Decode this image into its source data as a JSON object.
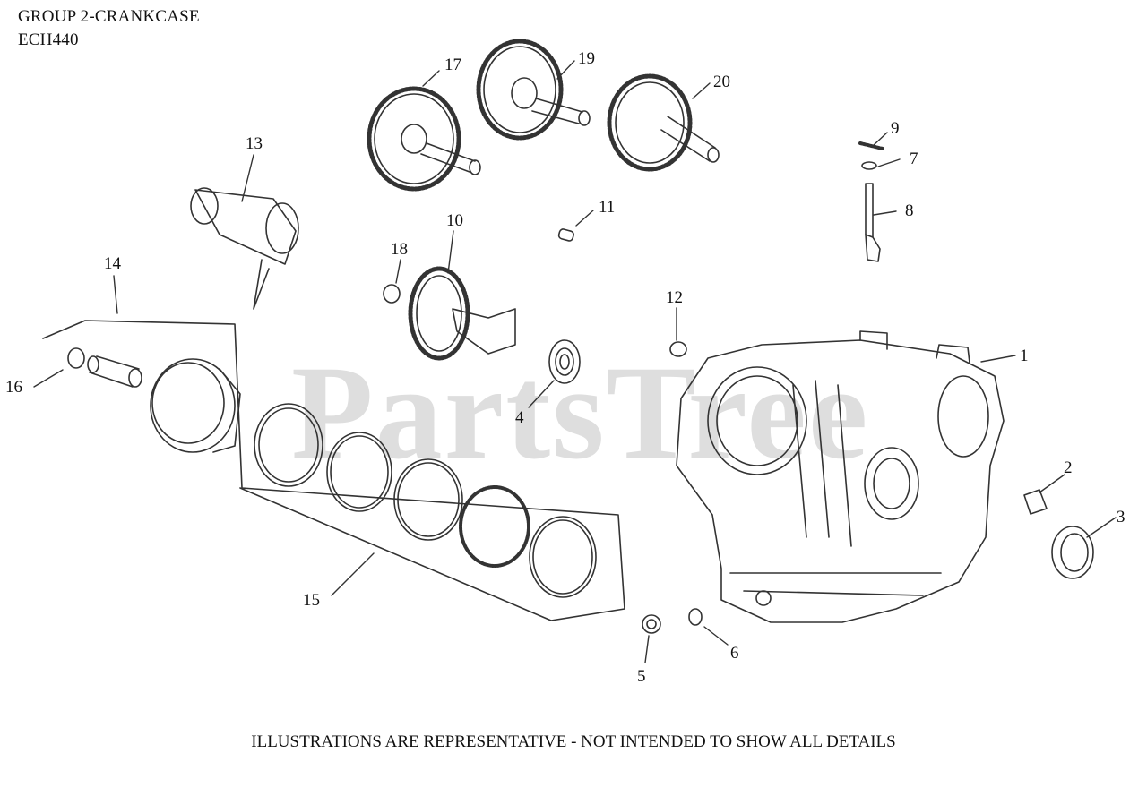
{
  "header": {
    "group": "GROUP 2-CRANKCASE",
    "model": "ECH440"
  },
  "footer": "ILLUSTRATIONS ARE REPRESENTATIVE - NOT INTENDED TO SHOW ALL DETAILS",
  "watermark": "PartsTree",
  "callouts": [
    {
      "id": "1",
      "label": "1"
    },
    {
      "id": "2",
      "label": "2"
    },
    {
      "id": "3",
      "label": "3"
    },
    {
      "id": "4",
      "label": "4"
    },
    {
      "id": "5",
      "label": "5"
    },
    {
      "id": "6",
      "label": "6"
    },
    {
      "id": "7",
      "label": "7"
    },
    {
      "id": "8",
      "label": "8"
    },
    {
      "id": "9",
      "label": "9"
    },
    {
      "id": "10",
      "label": "10"
    },
    {
      "id": "11",
      "label": "11"
    },
    {
      "id": "12",
      "label": "12"
    },
    {
      "id": "13",
      "label": "13"
    },
    {
      "id": "14",
      "label": "14"
    },
    {
      "id": "15",
      "label": "15"
    },
    {
      "id": "16",
      "label": "16"
    },
    {
      "id": "17",
      "label": "17"
    },
    {
      "id": "18",
      "label": "18"
    },
    {
      "id": "19",
      "label": "19"
    },
    {
      "id": "20",
      "label": "20"
    }
  ]
}
